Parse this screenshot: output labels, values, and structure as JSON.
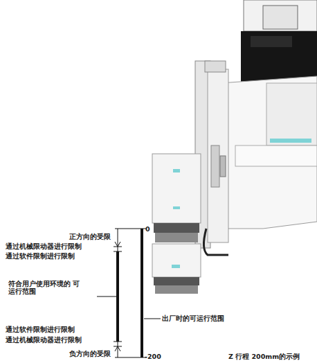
{
  "diagram": {
    "labels": [
      "0",
      "正方向的受限",
      "通过机械限动器进行限制",
      "通过软件限制进行限制",
      "符合用户使用环境的 可运行范围",
      "出厂时的可运行范围",
      "通过软件限制进行限制",
      "通过机械限动器进行限制",
      "负方向的受限",
      "-200",
      "Z 行程 200mm的示例"
    ]
  }
}
